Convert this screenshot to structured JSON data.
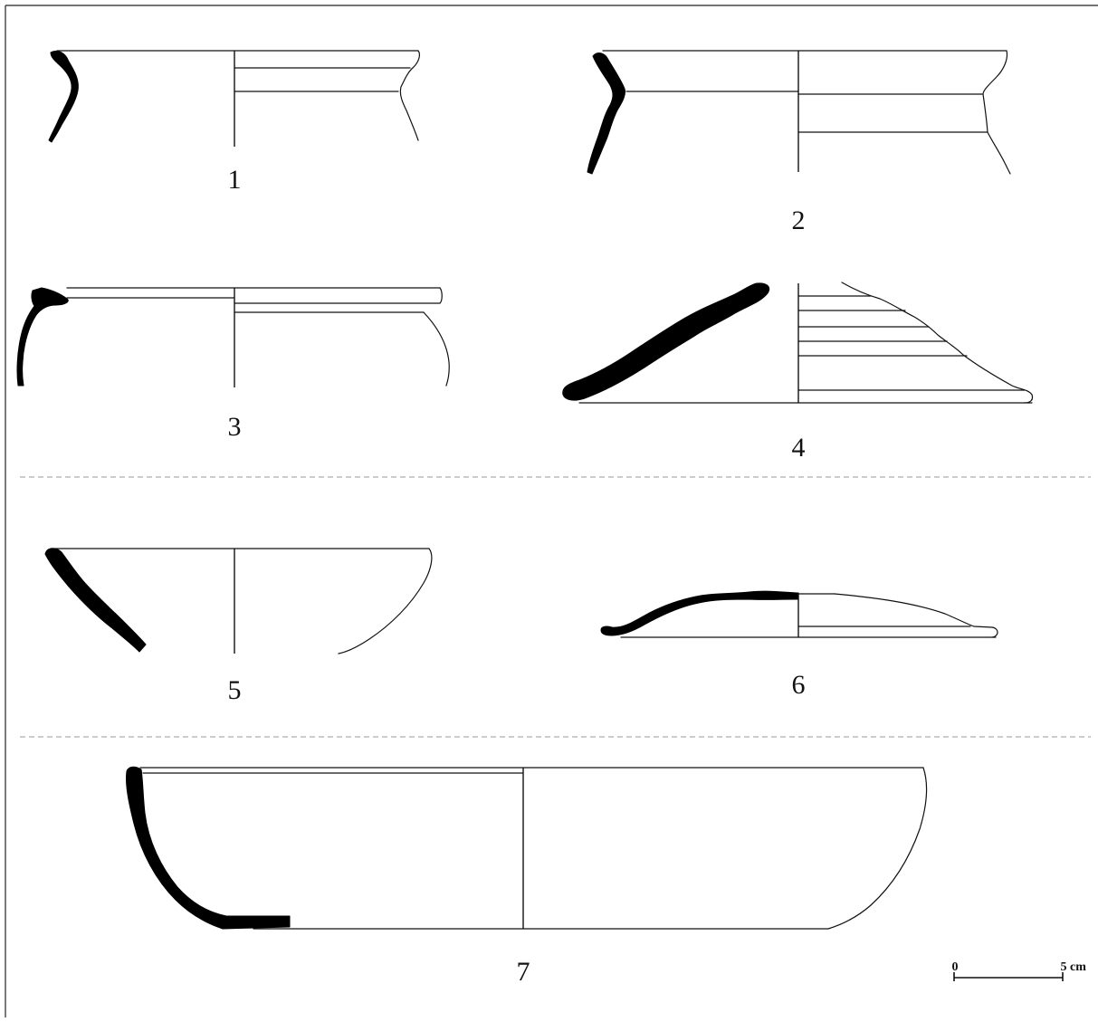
{
  "figure": {
    "vessels": [
      {
        "id": "1",
        "label": "1",
        "form": "jar"
      },
      {
        "id": "2",
        "label": "2",
        "form": "jar"
      },
      {
        "id": "3",
        "label": "3",
        "form": "jar"
      },
      {
        "id": "4",
        "label": "4",
        "form": "lid"
      },
      {
        "id": "5",
        "label": "5",
        "form": "bowl"
      },
      {
        "id": "6",
        "label": "6",
        "form": "lid"
      },
      {
        "id": "7",
        "label": "7",
        "form": "dish"
      }
    ],
    "scale_bar": {
      "start_label": "0",
      "end_label": "5",
      "unit": "cm"
    }
  }
}
